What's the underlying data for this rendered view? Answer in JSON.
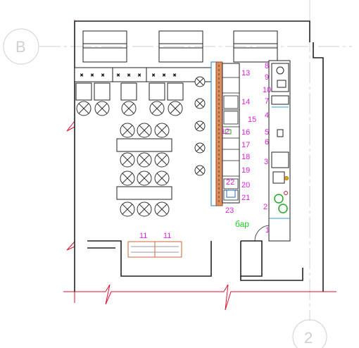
{
  "axes": {
    "b_label": "B",
    "two_label": "2"
  },
  "zone_label": "бар",
  "numbers": {
    "n1": "1",
    "n2": "2",
    "n3": "3",
    "n4": "4",
    "n5": "5",
    "n6": "6",
    "n7": "7",
    "n8": "8",
    "n9": "9",
    "n10": "10",
    "n11a": "11",
    "n11b": "11",
    "n12": "12",
    "n13": "13",
    "n14": "14",
    "n15": "15",
    "n16": "16",
    "n17": "17",
    "n18": "18",
    "n19": "19",
    "n20": "20",
    "n21": "21",
    "n22": "22",
    "n23": "23"
  },
  "colors": {
    "wall": "#222222",
    "cut_line": "#e01030",
    "label": "#e020e0",
    "bar_label": "#22cc22",
    "axis": "#d0d0d0"
  }
}
